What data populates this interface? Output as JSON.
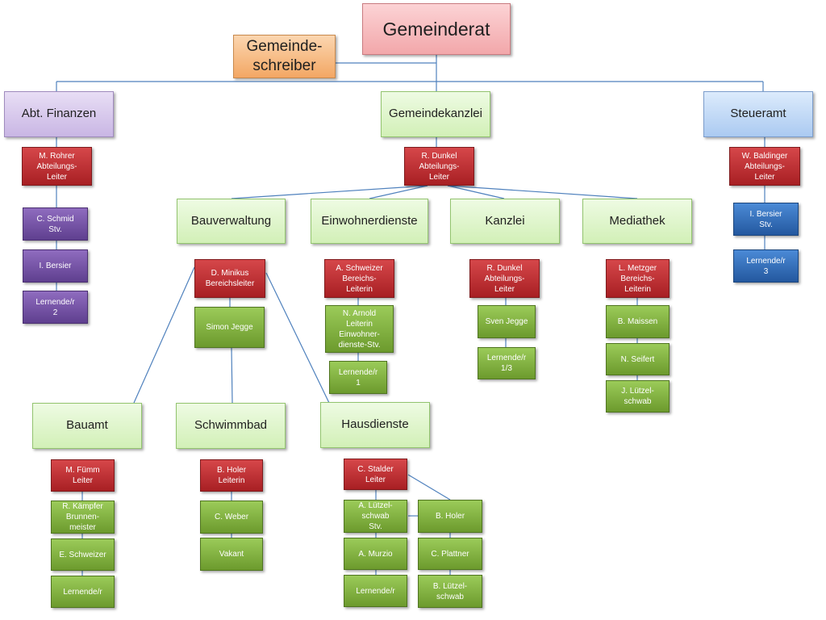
{
  "top": {
    "gemeinderat": "Gemeinderat",
    "gemeindeschreiber": "Gemeinde-\nschreiber"
  },
  "departments": {
    "finanzen": "Abt. Finanzen",
    "kanzlei": "Gemeindekanzlei",
    "steueramt": "Steueramt"
  },
  "finanzen": {
    "head": "M. Rohrer\nAbteilungs-\nLeiter",
    "staff": [
      "C. Schmid\nStv.",
      "I. Bersier",
      "Lernende/r\n2"
    ]
  },
  "kanzlei": {
    "head": "R. Dunkel\nAbteilungs-\nLeiter"
  },
  "steueramt": {
    "head": "W. Baldinger\nAbteilungs-\nLeiter",
    "staff": [
      "I. Bersier\nStv.",
      "Lernende/r\n3"
    ]
  },
  "areas": {
    "bauverwaltung": "Bauverwaltung",
    "einwohnerdienste": "Einwohnerdienste",
    "kanzlei": "Kanzlei",
    "mediathek": "Mediathek"
  },
  "bauverwaltung": {
    "head": "D. Minikus\nBereichsleiter",
    "staff": [
      "Simon Jegge"
    ]
  },
  "einwohnerdienste": {
    "head": "A. Schweizer\nBereichs-\nLeiterin",
    "staff": [
      "N. Arnold\nLeiterin\nEinwohner-\ndienste-Stv.",
      "Lernende/r\n1"
    ]
  },
  "kanzlei_area": {
    "head": "R. Dunkel\nAbteilungs-\nLeiter",
    "staff": [
      "Sven Jegge",
      "Lernende/r\n1/3"
    ]
  },
  "mediathek": {
    "head": "L. Metzger\nBereichs-\nLeiterin",
    "staff": [
      "B. Maissen",
      "N. Seifert",
      "J. Lützel-\nschwab"
    ]
  },
  "subareas": {
    "bauamt": "Bauamt",
    "schwimmbad": "Schwimmbad",
    "hausdienste": "Hausdienste"
  },
  "bauamt": {
    "head": "M. Fümm\nLeiter",
    "staff": [
      "R. Kämpfer\nBrunnen-\nmeister",
      "E. Schweizer",
      "Lernende/r"
    ]
  },
  "schwimmbad": {
    "head": "B.  Holer\nLeiterin",
    "staff": [
      "C. Weber",
      "Vakant"
    ]
  },
  "hausdienste": {
    "head": "C. Stalder\nLeiter",
    "staff_left": [
      "A. Lützel-\nschwab\nStv.",
      "A. Murzio",
      "Lernende/r"
    ],
    "staff_right": [
      "B. Holer",
      "C. Plattner",
      "B. Lützel-\nschwab"
    ]
  },
  "colors": {
    "line": "#4f81bd"
  }
}
